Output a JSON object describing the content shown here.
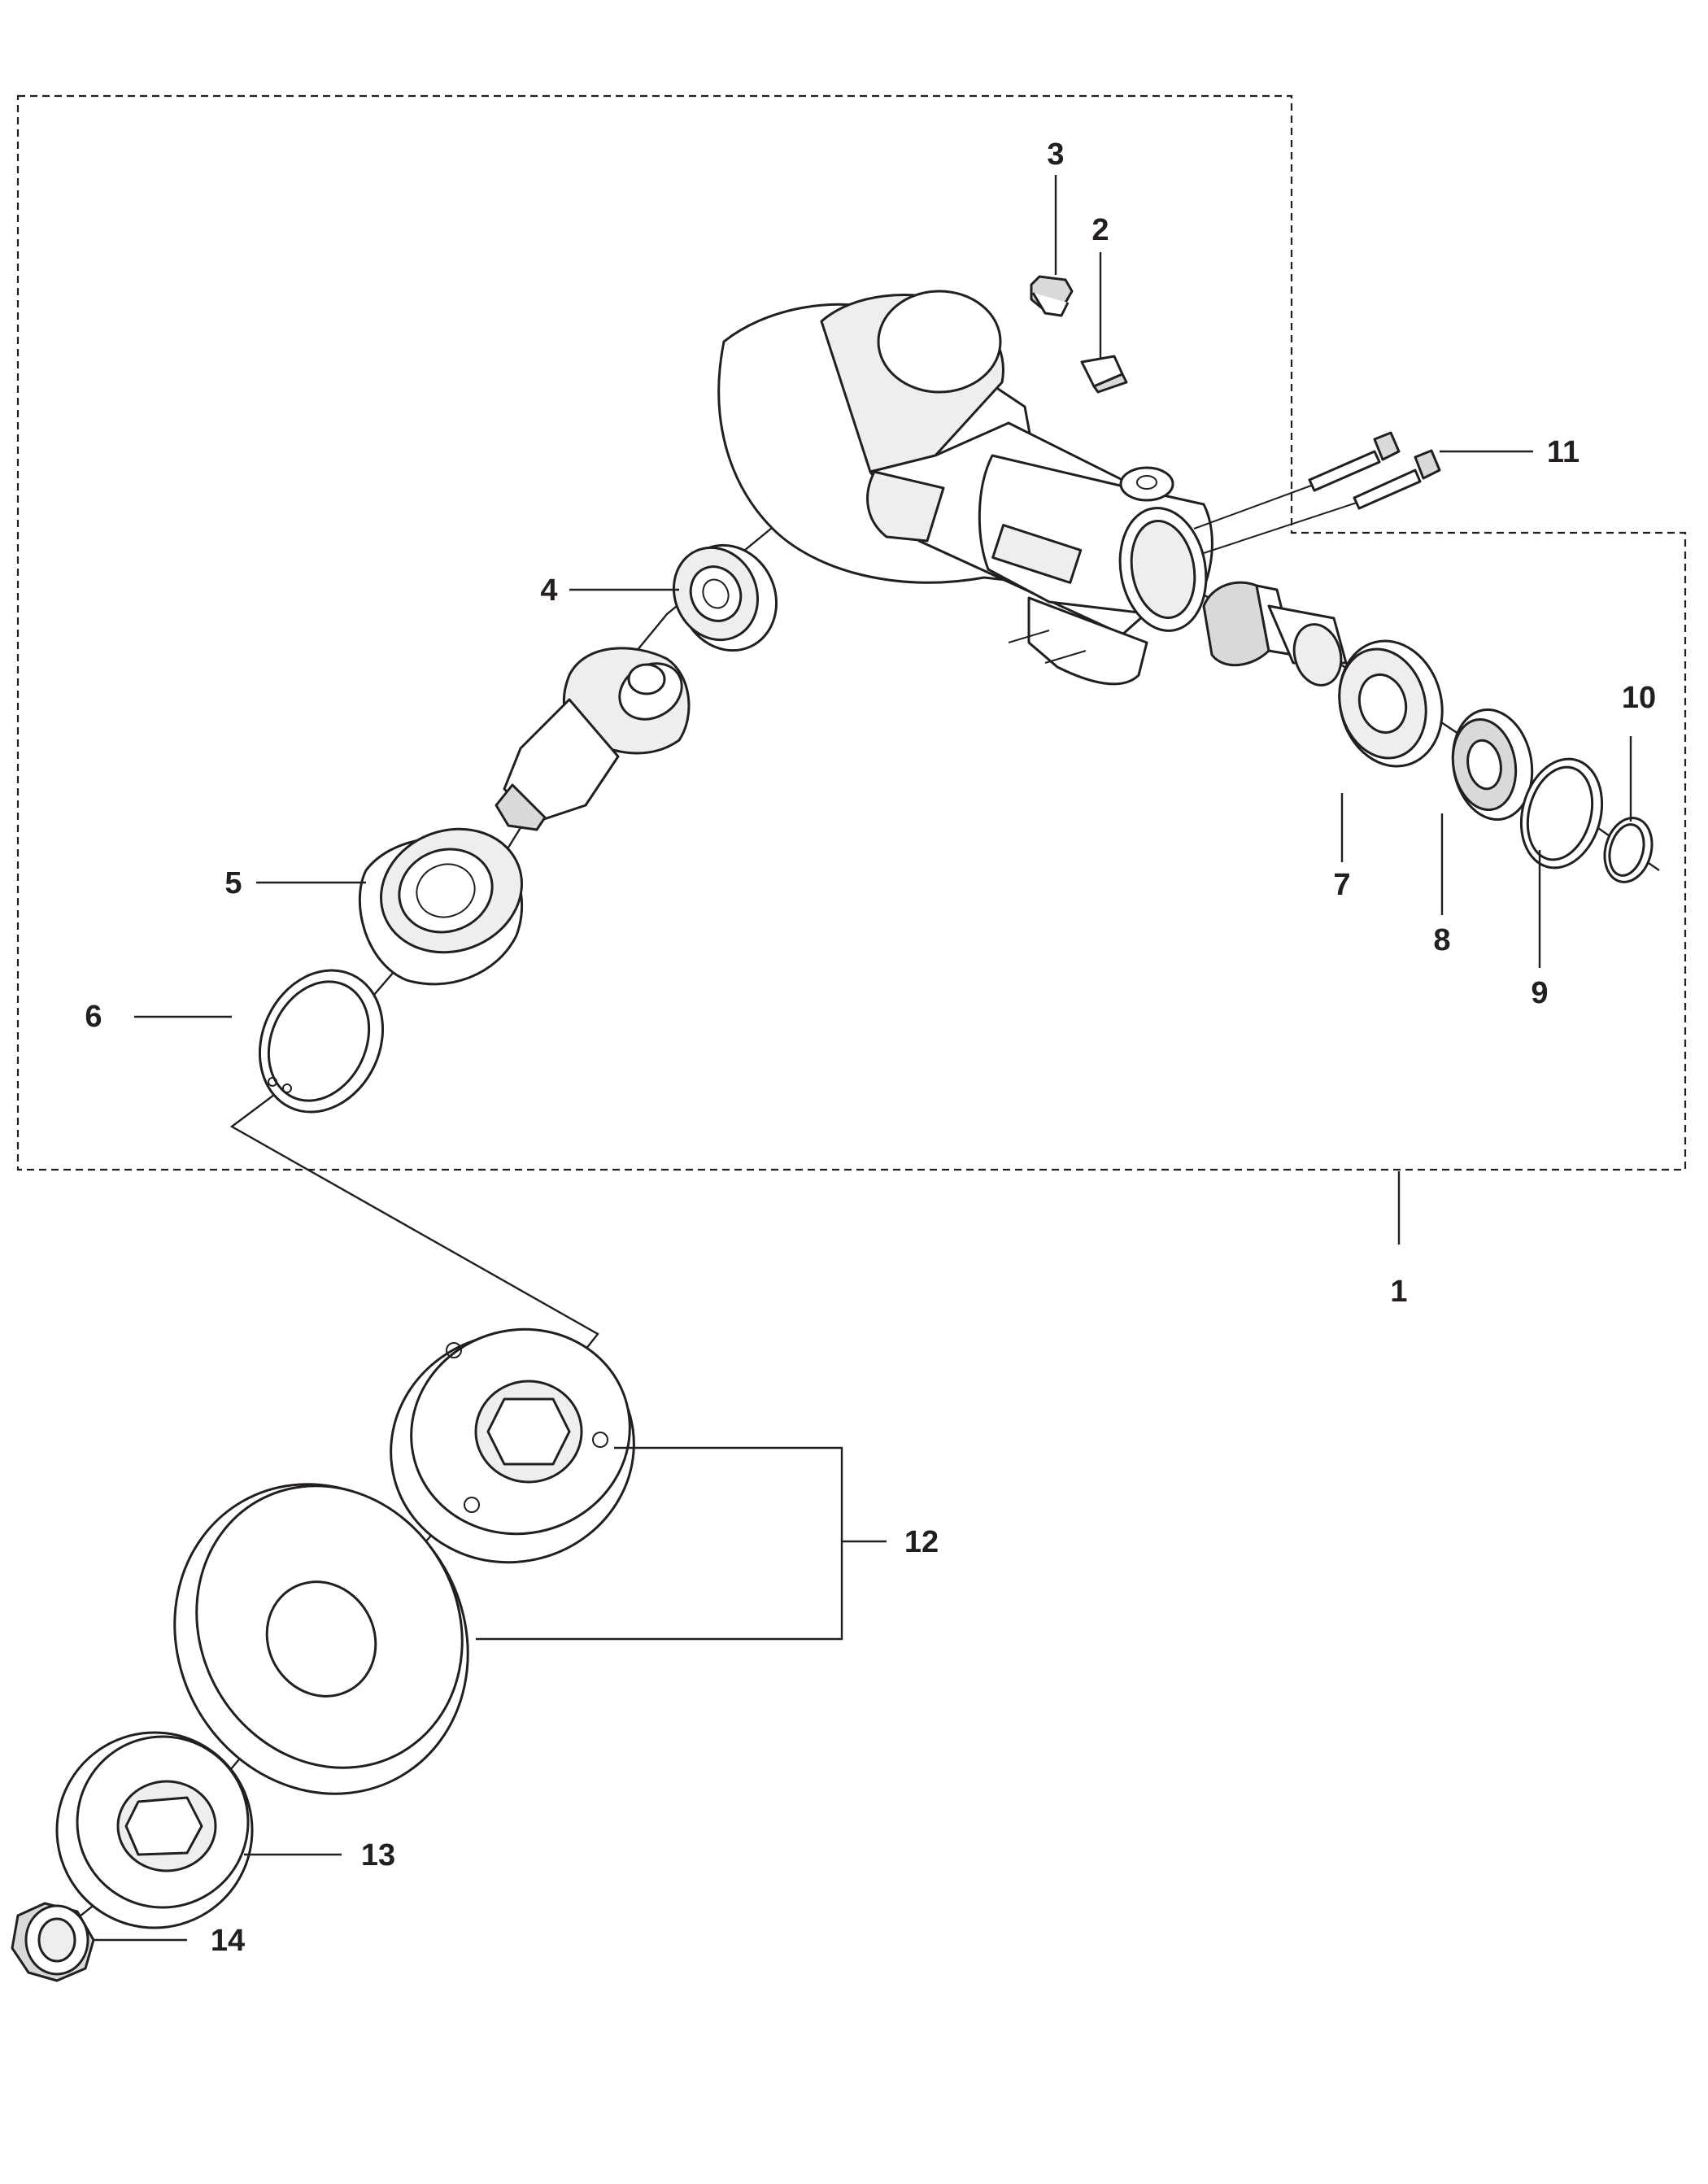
{
  "diagram": {
    "type": "exploded-parts-view",
    "callouts": [
      {
        "id": "c1",
        "label": "1"
      },
      {
        "id": "c2",
        "label": "2"
      },
      {
        "id": "c3",
        "label": "3"
      },
      {
        "id": "c4",
        "label": "4"
      },
      {
        "id": "c5",
        "label": "5"
      },
      {
        "id": "c6",
        "label": "6"
      },
      {
        "id": "c7",
        "label": "7"
      },
      {
        "id": "c8",
        "label": "8"
      },
      {
        "id": "c9",
        "label": "9"
      },
      {
        "id": "c10",
        "label": "10"
      },
      {
        "id": "c11",
        "label": "11"
      },
      {
        "id": "c12",
        "label": "12"
      },
      {
        "id": "c13",
        "label": "13"
      },
      {
        "id": "c14",
        "label": "14"
      }
    ],
    "colors": {
      "line": "#231f20",
      "background": "#ffffff",
      "part_fill": "#ffffff",
      "shade": "#d9d9d9"
    }
  }
}
